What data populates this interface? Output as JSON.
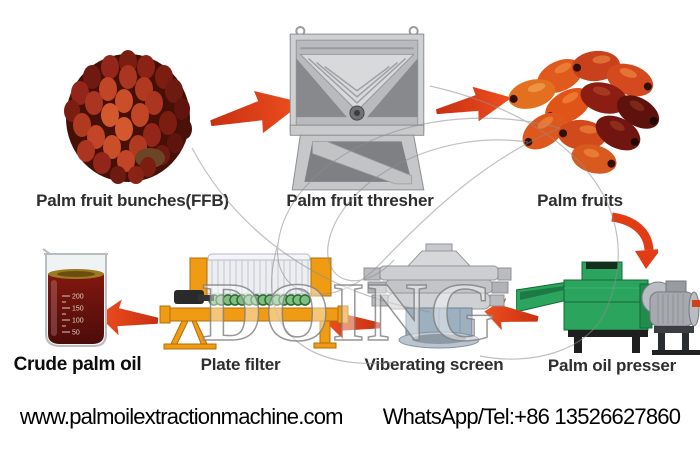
{
  "process": {
    "steps": [
      {
        "id": "ffb",
        "label": "Palm fruit bunches(FFB)"
      },
      {
        "id": "thresher",
        "label": "Palm fruit thresher"
      },
      {
        "id": "fruits",
        "label": "Palm fruits"
      },
      {
        "id": "presser",
        "label": "Palm oil presser"
      },
      {
        "id": "screen",
        "label": "Viberating screen"
      },
      {
        "id": "filter",
        "label": "Plate filter"
      },
      {
        "id": "oil",
        "label": "Crude palm oil"
      }
    ]
  },
  "beaker": {
    "marks": [
      "200",
      "150",
      "100",
      "50"
    ]
  },
  "watermark": {
    "text": "DOING"
  },
  "footer": {
    "website": "www.palmoilextractionmachine.com",
    "contact": "WhatsApp/Tel:+86 13526627860"
  },
  "colors": {
    "arrow_red": "#e23c17",
    "machine_green": "#2ba45e",
    "filter_orange": "#ef9b14",
    "crude_oil_red": "#6b1410",
    "steel_grey": "#cfd0d2",
    "label_color": "#2e2e2e"
  }
}
